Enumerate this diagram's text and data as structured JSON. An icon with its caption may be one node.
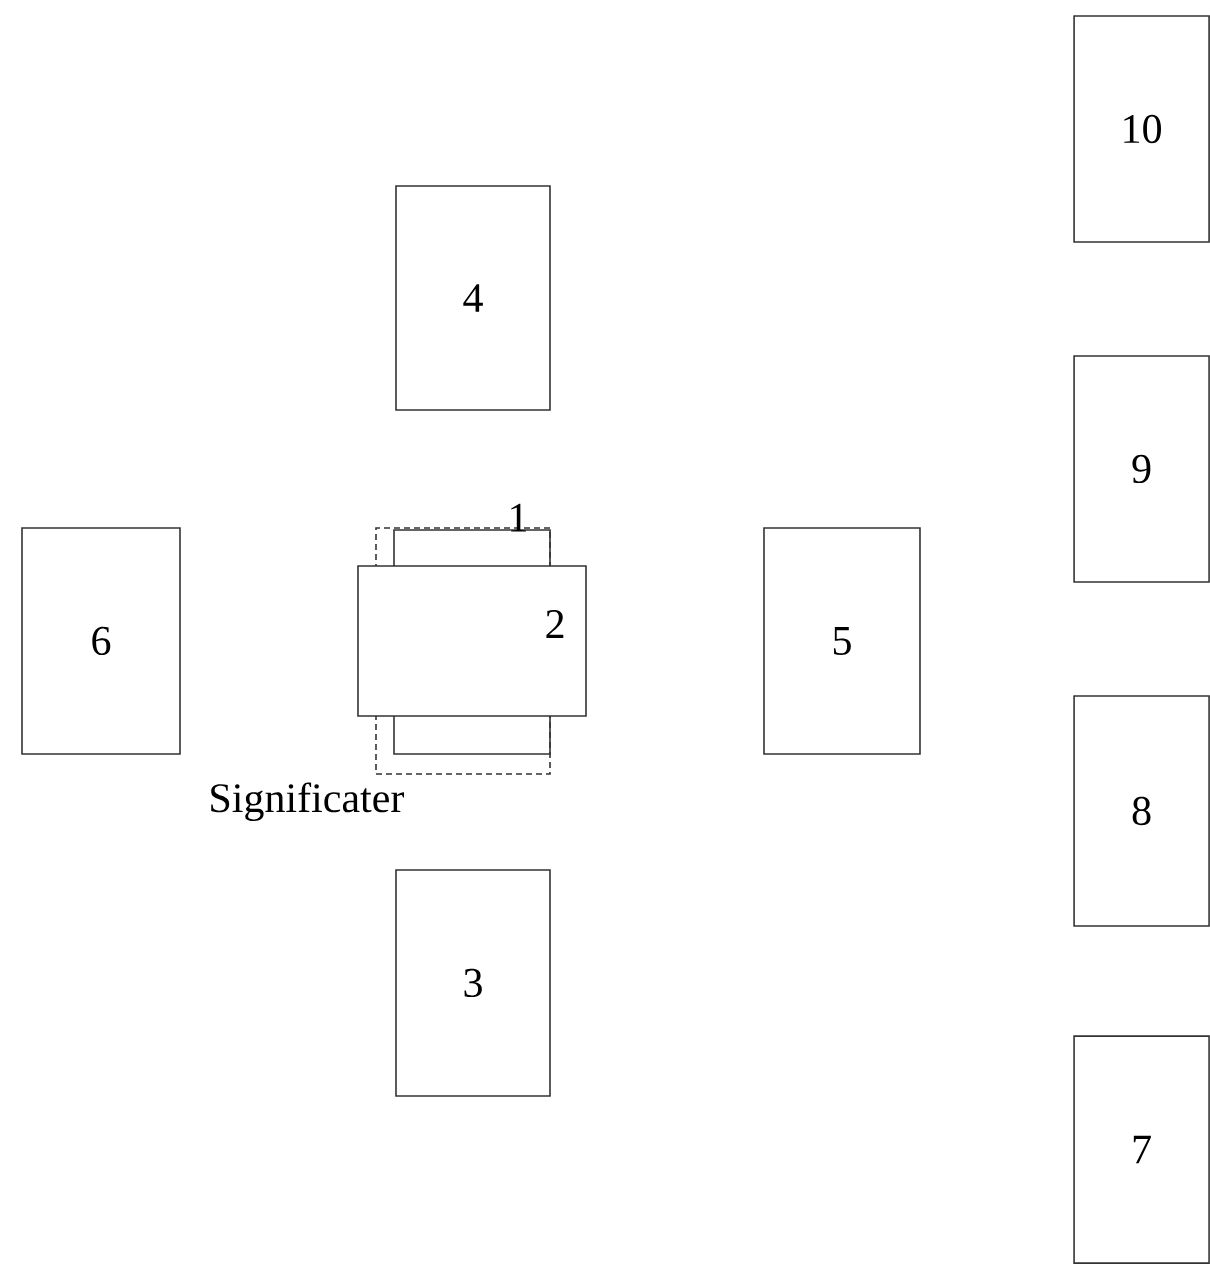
{
  "diagram": {
    "nodes": [
      {
        "text": [
          "Significater"
        ]
      },
      {
        "text": [
          "1"
        ],
        "in": 0
      },
      {
        "text": [
          "2"
        ]
      },
      {
        "text": [
          "3"
        ]
      },
      {
        "text": [
          "4"
        ]
      },
      {
        "text": [
          "5"
        ]
      },
      {
        "text": [
          "6"
        ]
      },
      {
        "text": [
          "7"
        ]
      },
      {
        "text": [
          "8"
        ]
      },
      {
        "text": [
          "9"
        ]
      },
      {
        "text": [
          "10"
        ]
      }
    ]
  }
}
